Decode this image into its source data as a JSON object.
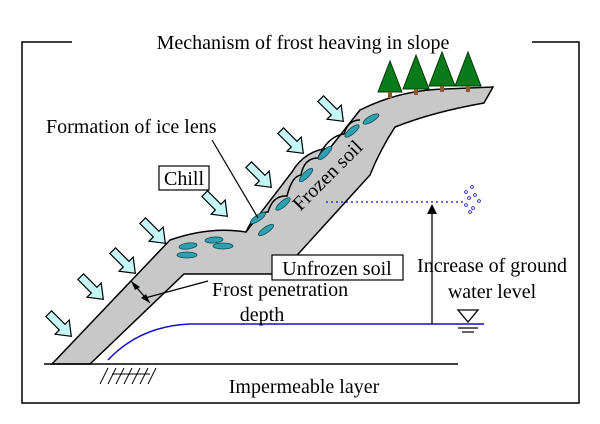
{
  "title": "Mechanism of frost heaving in slope",
  "labels": {
    "ice_lens": "Formation of ice lens",
    "chill": "Chill",
    "frozen_soil": "Frozen soil",
    "unfrozen_soil": "Unfrozen soil",
    "ground_water_1": "Increase of ground",
    "ground_water_2": "water level",
    "frost_depth_1": "Frost penetration",
    "frost_depth_2": "depth",
    "impermeable": "Impermeable layer"
  },
  "icons": {
    "chill_arrow": "cyan-arrow-icon",
    "tree": "pine-tree-icon",
    "water_level": "water-level-triangle-icon"
  },
  "colors": {
    "frozen_soil_fill": "#c8c8c8",
    "chill_arrow_fill": "#c4f6f6",
    "ice_lens_fill": "#2fa0b0",
    "water_line": "#1010c0",
    "tree_green": "#0a7a1a"
  }
}
